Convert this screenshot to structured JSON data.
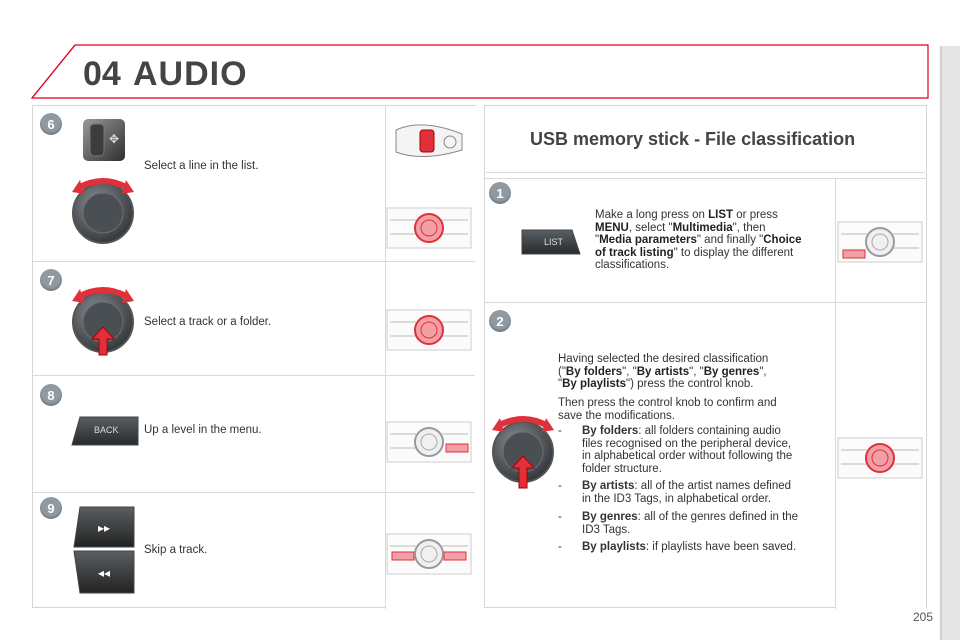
{
  "header": {
    "chapter_number": "04",
    "chapter_title": "AUDIO"
  },
  "steps": [
    {
      "number": "6",
      "text": "Select a line in the list."
    },
    {
      "number": "7",
      "text": "Select a track or a folder."
    },
    {
      "number": "8",
      "text": "Up a level in the menu.",
      "button_label": "BACK"
    },
    {
      "number": "9",
      "text": "Skip a track."
    }
  ],
  "usb": {
    "title": "USB memory stick - File classification",
    "step1": {
      "number": "1",
      "button_label": "LIST",
      "line1_pre": "Make a long press on ",
      "line1_b": "LIST",
      "line1_post": " or press",
      "line2_b": "MENU",
      "line2_post": ", select \"",
      "line2_b2": "Multimedia",
      "line2_post2": "\", then",
      "line3_pre": "\"",
      "line3_b": "Media parameters",
      "line3_post": "\" and finally \"",
      "line3_b2": "Choice",
      "line4_b": "of track listing",
      "line4_post": "\" to display the different",
      "line5": "classifications."
    },
    "step2": {
      "number": "2",
      "intro1": "Having selected the desired classification",
      "intro2_a": "(\"",
      "intro2_b1": "By folders",
      "intro2_c": "\", \"",
      "intro2_b2": "By artists",
      "intro2_d": "\", \"",
      "intro2_b3": "By genres",
      "intro2_e": "\",",
      "intro3_a": "\"",
      "intro3_b": "By playlists",
      "intro3_c": "\") press the control knob.",
      "confirm1": "Then press the control knob to confirm and",
      "confirm2": "save the modifications.",
      "dash": "-",
      "b1_label": "By folders",
      "b1_l1": ": all folders containing audio",
      "b1_l2": "files recognised on the peripheral device,",
      "b1_l3": "in alphabetical order without following the",
      "b1_l4": "folder structure.",
      "b2_label": "By artists",
      "b2_l1": ": all of the artist names defined",
      "b2_l2": "in the ID3 Tags, in alphabetical order.",
      "b3_label": "By genres",
      "b3_l1": ": all of the genres defined in the",
      "b3_l2": "ID3 Tags.",
      "b4_label": "By playlists",
      "b4_l1": ": if playlists have been saved."
    }
  },
  "page_number": "205",
  "colors": {
    "accent_red": "#e0001b",
    "step_badge": "#8f9aa3"
  }
}
